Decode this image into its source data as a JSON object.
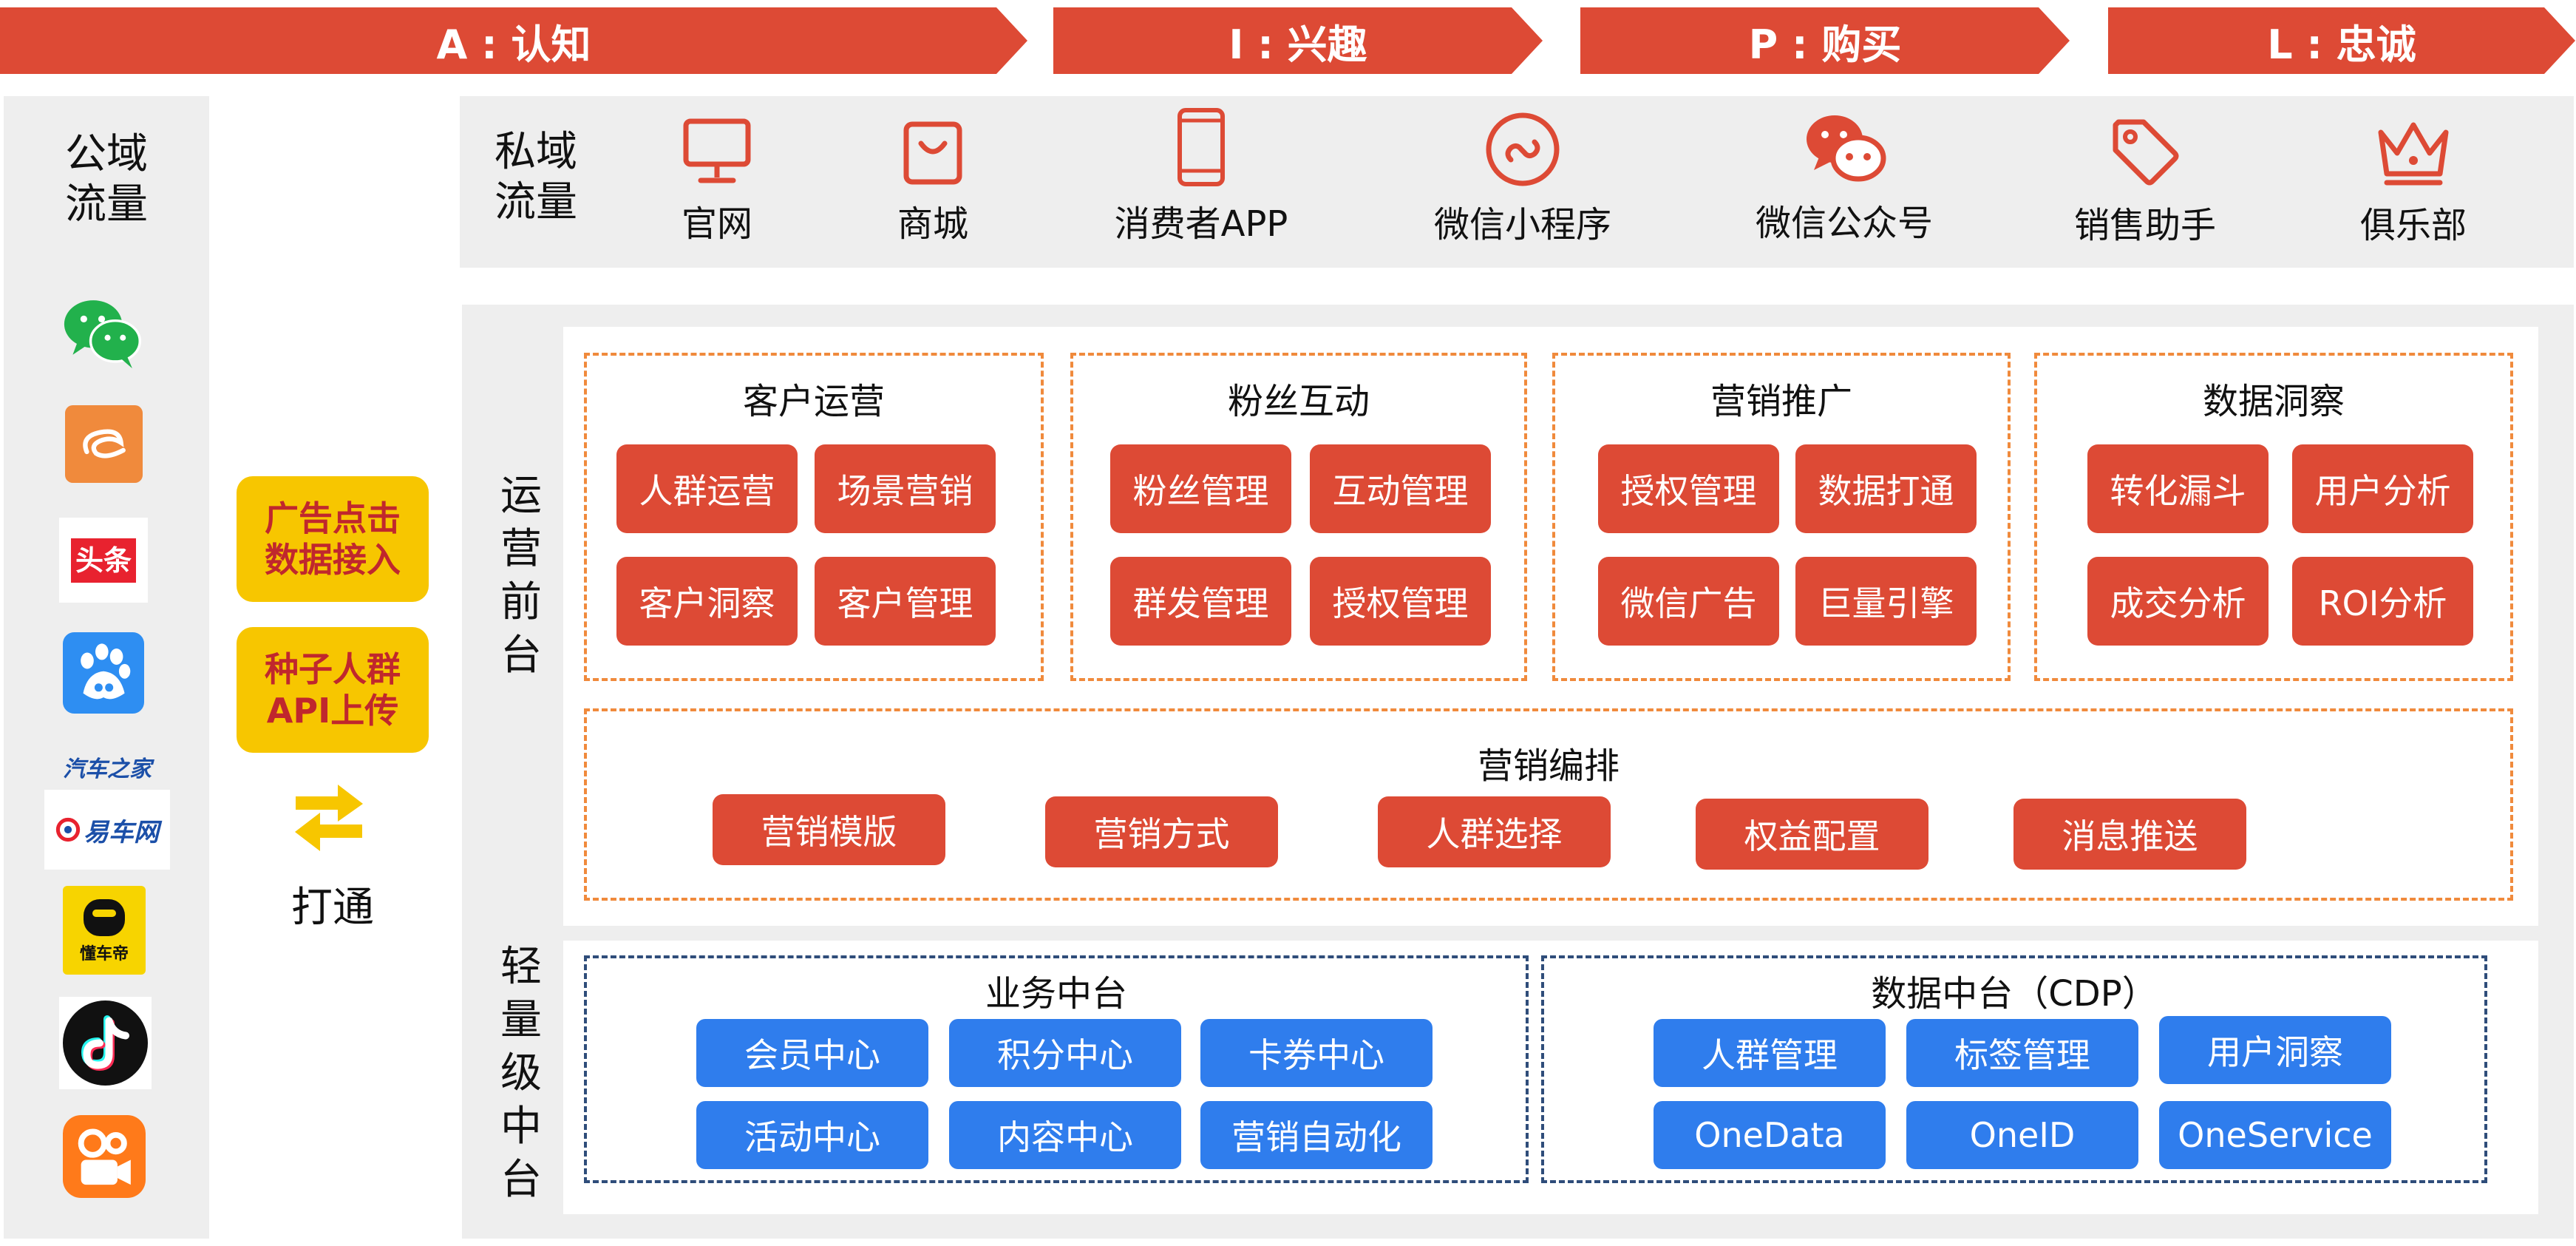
{
  "stages": [
    {
      "label": "A : 认知"
    },
    {
      "label": "I : 兴趣"
    },
    {
      "label": "P : 购买"
    },
    {
      "label": "L : 忠诚"
    }
  ],
  "public": {
    "label_line1": "公域",
    "label_line2": "流量",
    "logos": {
      "toutiao": "头条",
      "qiche_line1": "汽车之家",
      "yiche": "易车网",
      "dongche": "懂车帝"
    }
  },
  "bridge": {
    "box1_line1": "广告点击",
    "box1_line2": "数据接入",
    "box2_line1": "种子人群",
    "box2_line2": "API上传",
    "connect_label": "打通"
  },
  "private": {
    "label_line1": "私域",
    "label_line2": "流量",
    "channels": [
      {
        "label": "官网",
        "icon": "monitor-icon"
      },
      {
        "label": "商城",
        "icon": "shopping-bag-icon"
      },
      {
        "label": "消费者APP",
        "icon": "phone-icon"
      },
      {
        "label": "微信小程序",
        "icon": "mini-program-icon"
      },
      {
        "label": "微信公众号",
        "icon": "wechat-bubbles-icon"
      },
      {
        "label": "销售助手",
        "icon": "tag-icon"
      },
      {
        "label": "俱乐部",
        "icon": "crown-icon"
      }
    ]
  },
  "front": {
    "label": [
      "运",
      "营",
      "前",
      "台"
    ],
    "modules": [
      {
        "title": "客户运营",
        "items": [
          "人群运营",
          "场景营销",
          "客户洞察",
          "客户管理"
        ]
      },
      {
        "title": "粉丝互动",
        "items": [
          "粉丝管理",
          "互动管理",
          "群发管理",
          "授权管理"
        ]
      },
      {
        "title": "营销推广",
        "items": [
          "授权管理",
          "数据打通",
          "微信广告",
          "巨量引擎"
        ]
      },
      {
        "title": "数据洞察",
        "items": [
          "转化漏斗",
          "用户分析",
          "成交分析",
          "ROI分析"
        ]
      }
    ],
    "orchestration": {
      "title": "营销编排",
      "items": [
        "营销模版",
        "营销方式",
        "人群选择",
        "权益配置",
        "消息推送"
      ]
    }
  },
  "middle": {
    "label": [
      "轻",
      "量",
      "级",
      "中",
      "台"
    ],
    "business": {
      "title": "业务中台",
      "items": [
        "会员中心",
        "积分中心",
        "卡券中心",
        "活动中心",
        "内容中心",
        "营销自动化"
      ]
    },
    "data": {
      "title": "数据中台（CDP）",
      "items": [
        "人群管理",
        "标签管理",
        "用户洞察",
        "OneData",
        "OneID",
        "OneService"
      ]
    }
  },
  "colors": {
    "accent_red": "#dd4a35",
    "accent_blue": "#2f7ded",
    "accent_yellow": "#f7c600",
    "dashed_orange": "#f08a3c",
    "dashed_navy": "#2f4d7a",
    "panel_gray": "#eeeeee"
  }
}
